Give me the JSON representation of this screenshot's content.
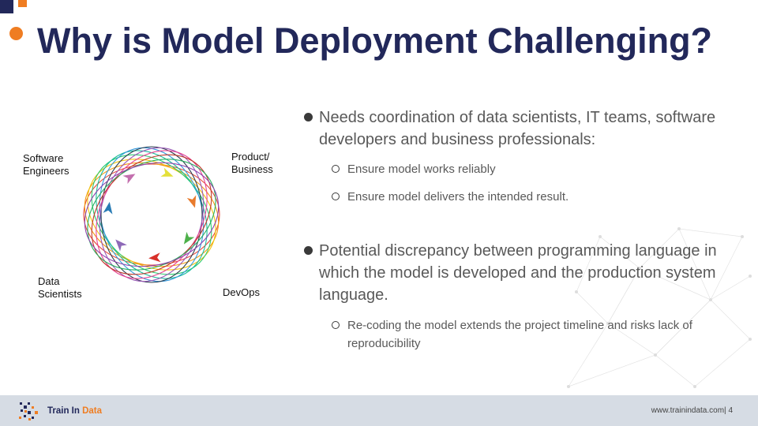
{
  "slide": {
    "title": "Why is Model Deployment Challenging?",
    "colors": {
      "navy": "#22285a",
      "orange": "#ef7d22",
      "footer_band": "#d6dce4"
    }
  },
  "diagram": {
    "labels": [
      "Software Engineers",
      "Product/ Business",
      "Data Scientists",
      "DevOps"
    ],
    "ring_colors": [
      "#e74c3c",
      "#f39c12",
      "#f1c40f",
      "#2ecc71",
      "#1abc9c",
      "#3498db",
      "#2c3e50",
      "#9b59b6",
      "#e84393",
      "#c0392b",
      "#27ae60",
      "#8e44ad"
    ],
    "arrow_colors": [
      "#c36fae",
      "#e4e03a",
      "#e87b2d",
      "#4db04a",
      "#d8312a",
      "#8e6ab8",
      "#2a7cb5"
    ]
  },
  "bullets": [
    {
      "text": "Needs coordination of data scientists, IT teams, software developers and business professionals:",
      "subs": [
        "Ensure model works reliably",
        "Ensure model delivers the intended result."
      ]
    },
    {
      "text": "Potential discrepancy between programming language in which the model is developed and the production system language.",
      "subs": [
        "Re-coding the model extends the project timeline and risks lack of reproducibility"
      ]
    }
  ],
  "footer": {
    "brand_a": "Train In ",
    "brand_b": "Data",
    "website": "www.trainindata.com",
    "page_sep": "|",
    "page_number": "4"
  }
}
